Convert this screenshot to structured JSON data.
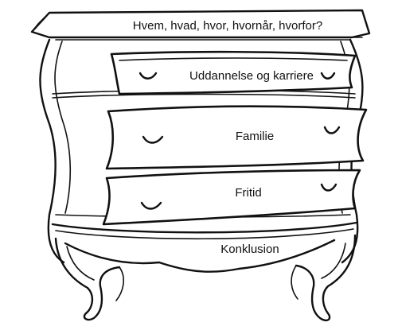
{
  "dresser": {
    "top_label": "Hvem, hvad, hvor, hvornår, hvorfor?",
    "drawers": [
      {
        "label": "Uddannelse og karriere"
      },
      {
        "label": "Familie"
      },
      {
        "label": "Fritid"
      }
    ],
    "base_label": "Konklusion"
  }
}
